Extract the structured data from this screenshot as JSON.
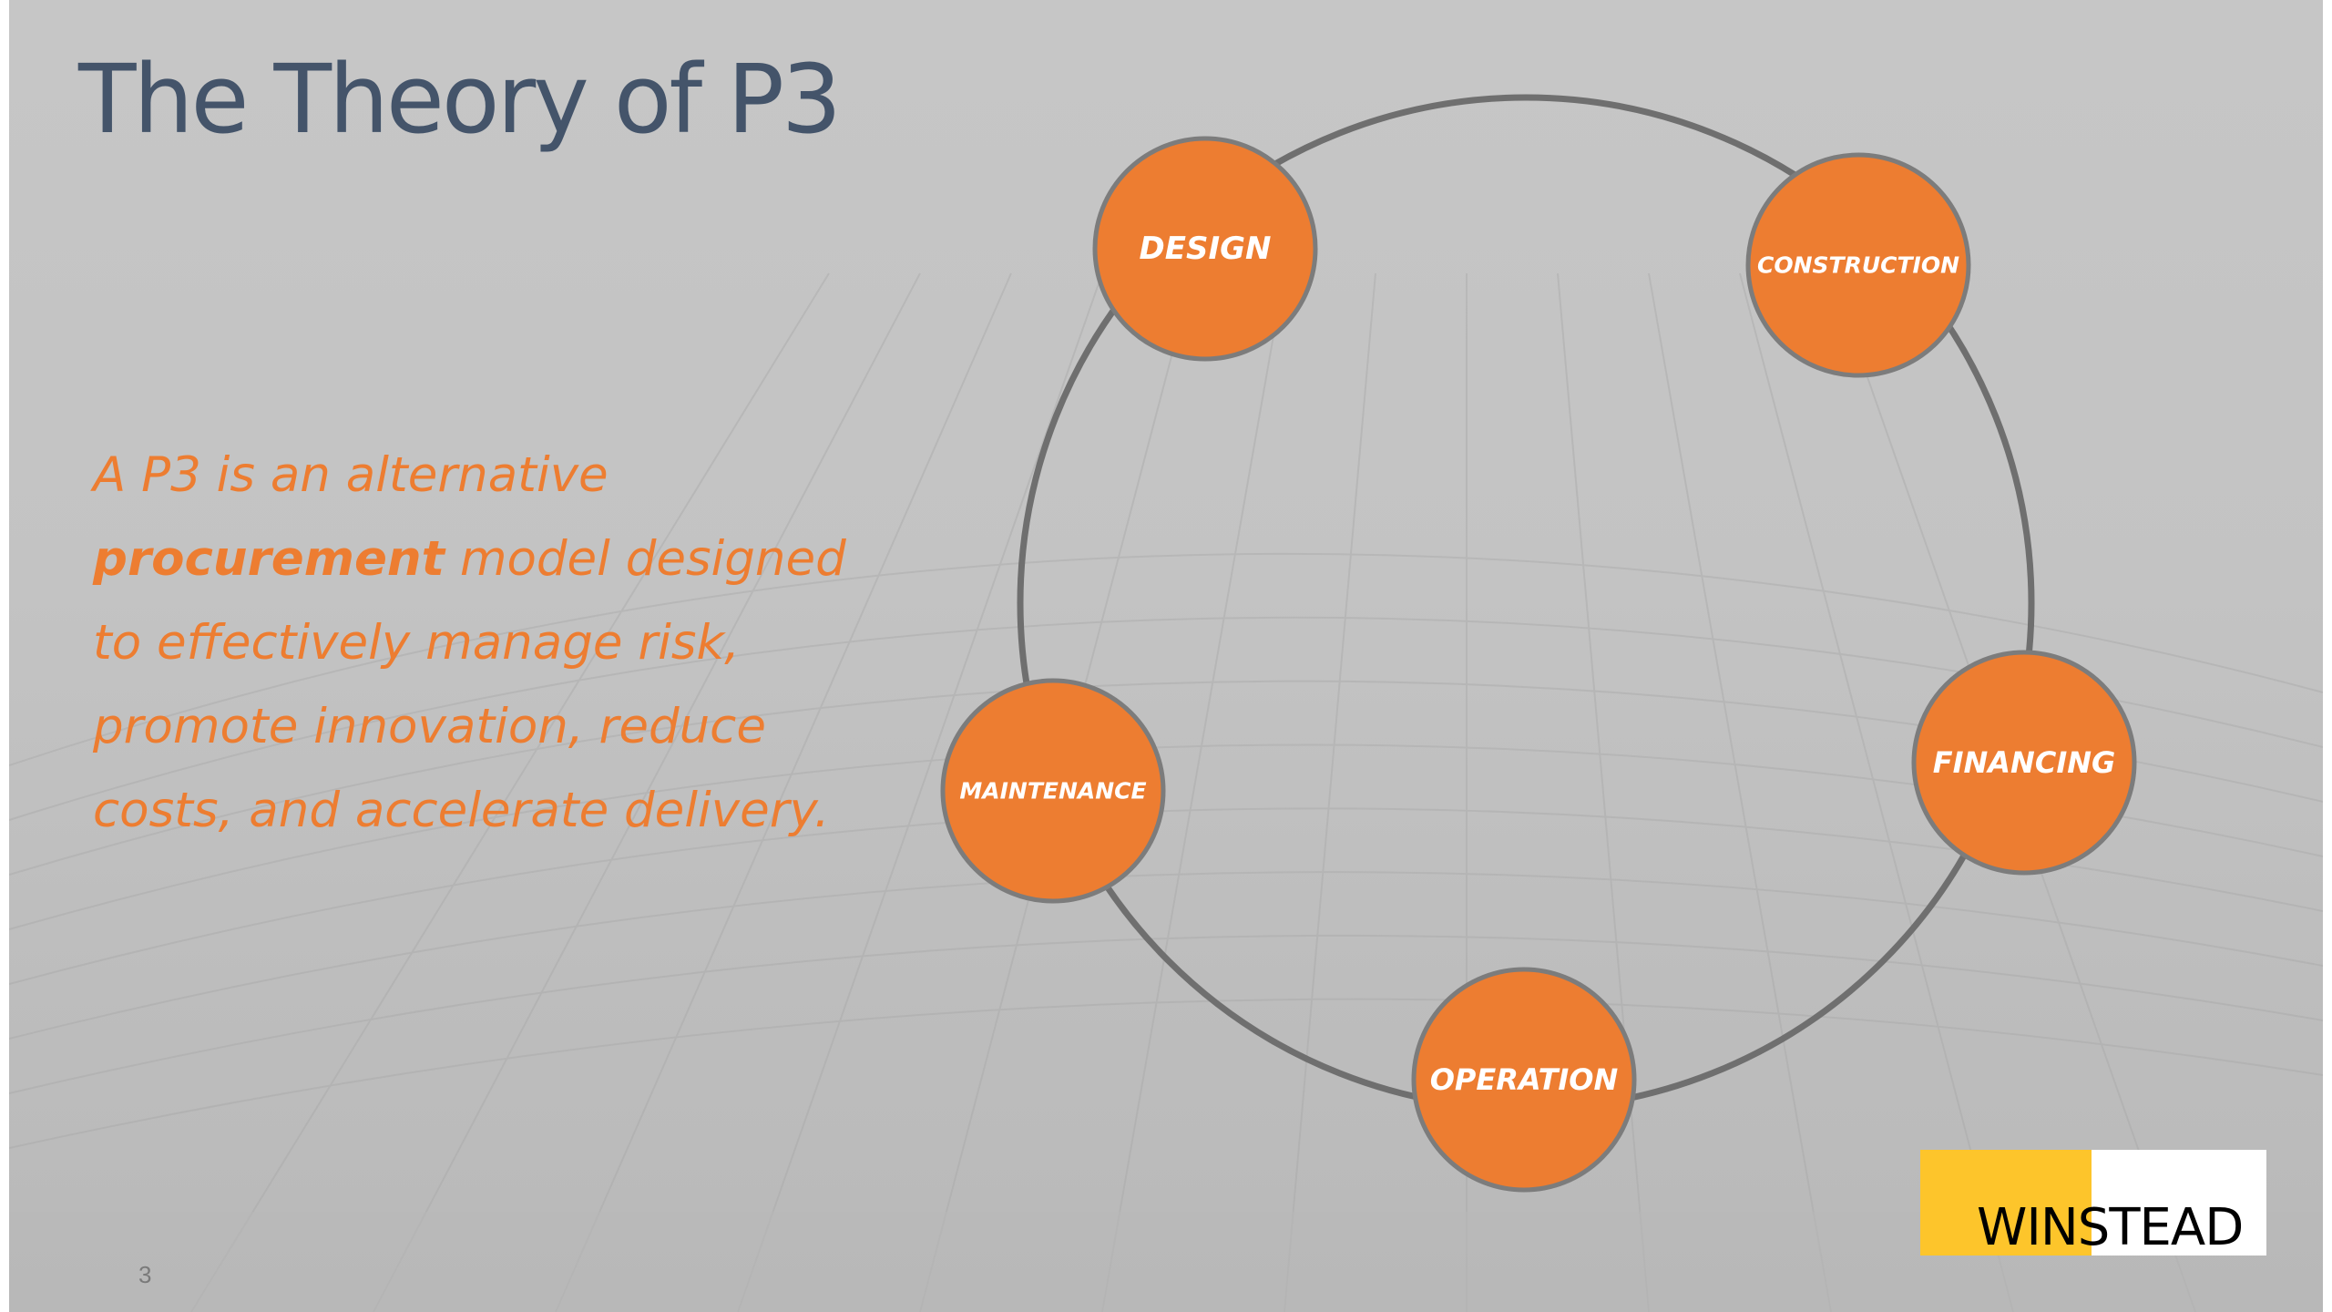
{
  "slide": {
    "title": "The Theory of P3",
    "body": {
      "part1": "A P3 is an alternative ",
      "emphasis": "procurement",
      "part2": " model designed to effectively manage risk, promote innovation, reduce costs, and accelerate delivery."
    },
    "cycle": {
      "nodes": [
        {
          "label": "DESIGN"
        },
        {
          "label": "CONSTRUCTION"
        },
        {
          "label": "FINANCING"
        },
        {
          "label": "OPERATION"
        },
        {
          "label": "MAINTENANCE"
        }
      ]
    },
    "logo_text": "WINSTEAD",
    "page_number": "3"
  },
  "colors": {
    "accent": "#ed7d31",
    "title": "#44546a",
    "ring": "#6f6f6f",
    "logo_yellow": "#fdc52b"
  }
}
